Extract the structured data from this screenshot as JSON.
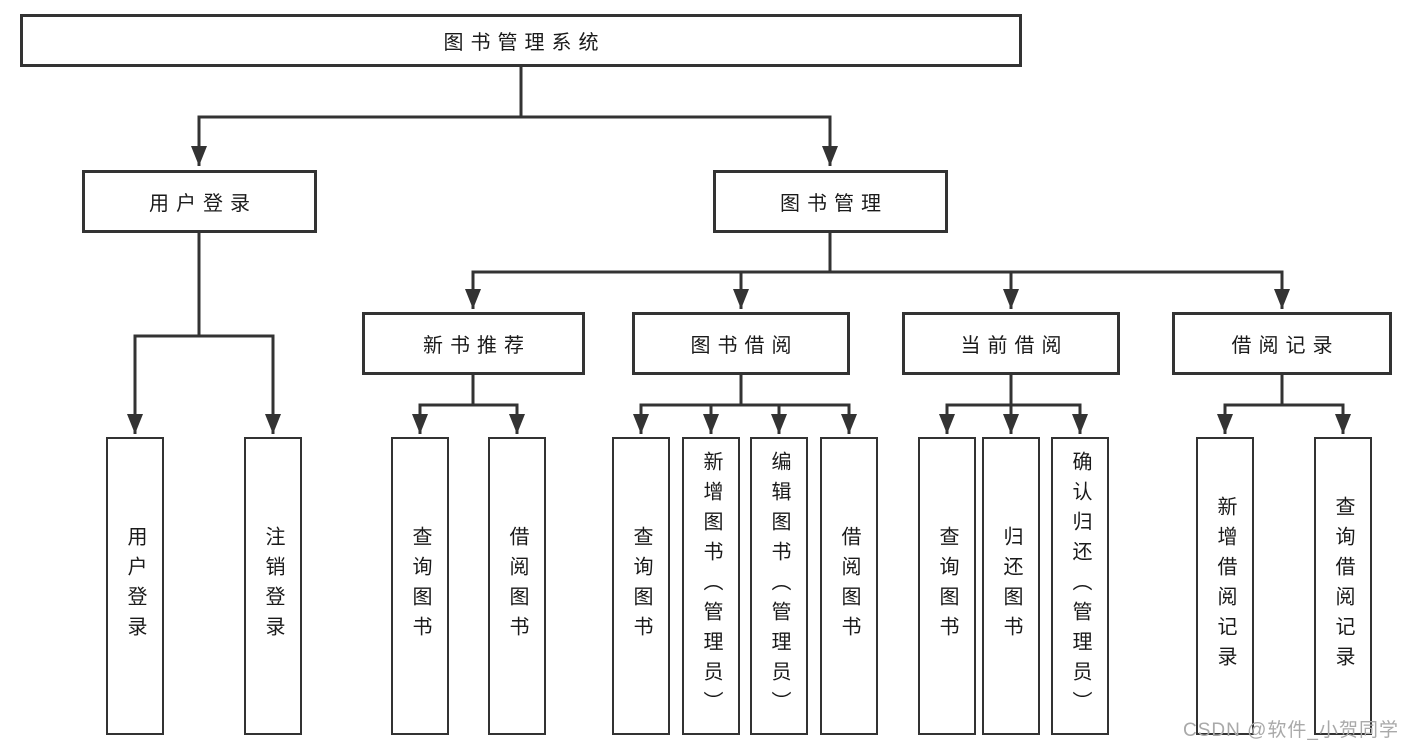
{
  "diagram": {
    "type": "hierarchy",
    "colors": {
      "line": "#333333",
      "text": "#1a1a1a",
      "background": "#ffffff",
      "watermark": "#a9a9a9"
    },
    "tree": {
      "root": {
        "label": "图书管理系统"
      },
      "branches": [
        {
          "label": "用户登录",
          "children": [
            {
              "label": "用户登录"
            },
            {
              "label": "注销登录"
            }
          ]
        },
        {
          "label": "图书管理",
          "children": [
            {
              "label": "新书推荐",
              "children": [
                {
                  "label": "查询图书"
                },
                {
                  "label": "借阅图书"
                }
              ]
            },
            {
              "label": "图书借阅",
              "children": [
                {
                  "label": "查询图书"
                },
                {
                  "label": "新增图书（管理员）"
                },
                {
                  "label": "编辑图书（管理员）"
                },
                {
                  "label": "借阅图书"
                }
              ]
            },
            {
              "label": "当前借阅",
              "children": [
                {
                  "label": "查询图书"
                },
                {
                  "label": "归还图书"
                },
                {
                  "label": "确认归还（管理员）"
                }
              ]
            },
            {
              "label": "借阅记录",
              "children": [
                {
                  "label": "新增借阅记录"
                },
                {
                  "label": "查询借阅记录"
                }
              ]
            }
          ]
        }
      ]
    },
    "watermark": "CSDN @软件_小贺同学"
  }
}
